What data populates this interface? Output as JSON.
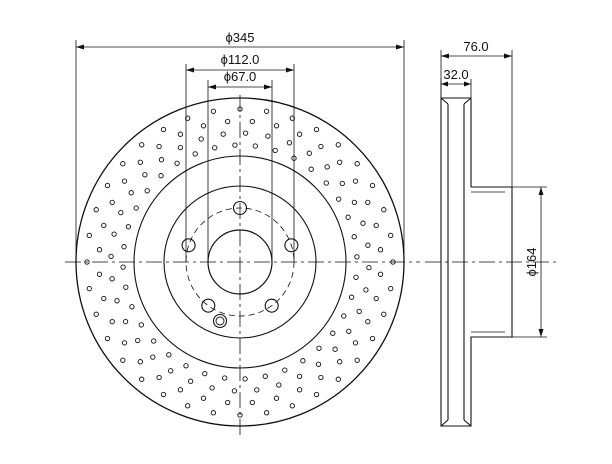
{
  "dimensions": {
    "outer_diameter": "ϕ345",
    "bolt_circle": "ϕ112.0",
    "center_bore": "ϕ67.0",
    "total_height": "76.0",
    "disc_thickness": "32.0",
    "hat_diameter": "ϕ164"
  },
  "colors": {
    "line": "#111111",
    "background": "#ffffff"
  }
}
